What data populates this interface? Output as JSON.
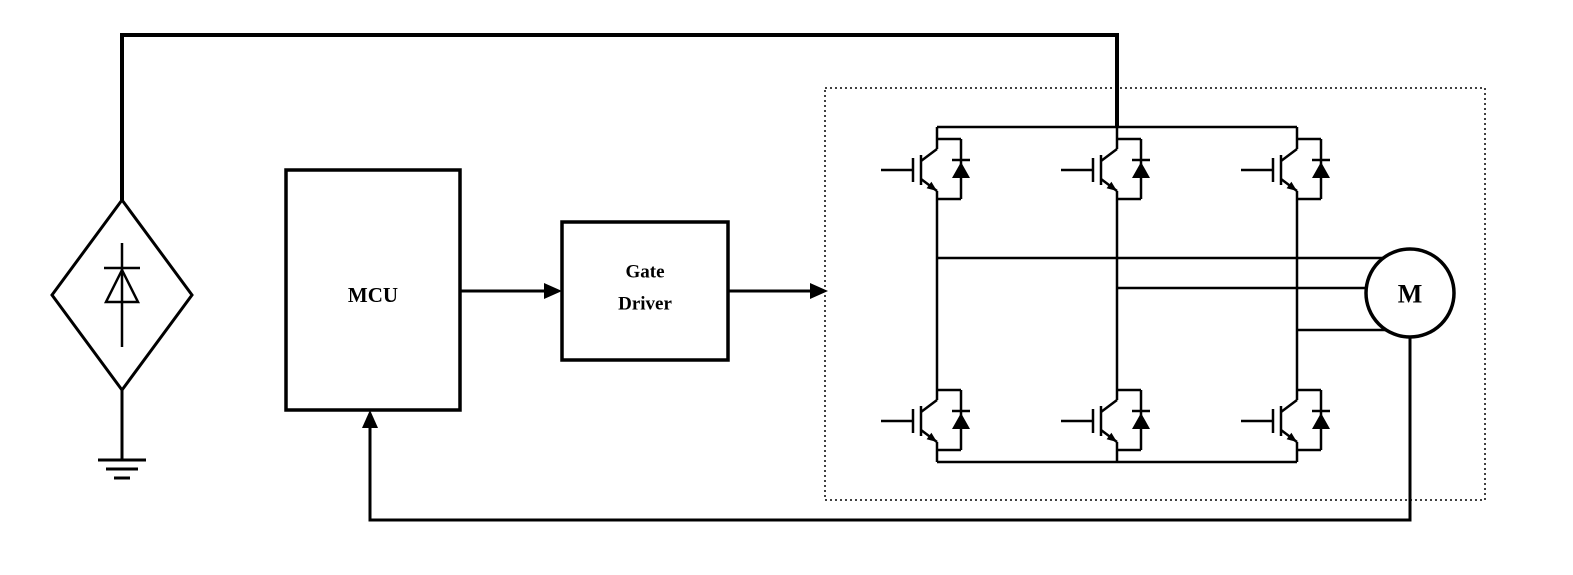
{
  "diagram": {
    "colors": {
      "line": "#000000",
      "background": "#ffffff"
    },
    "blocks": {
      "mcu": {
        "label": "MCU"
      },
      "gate_driver": {
        "line1": "Gate",
        "line2": "Driver"
      },
      "motor": {
        "label": "M"
      }
    },
    "icons": [
      "diode-icon",
      "ground-icon",
      "igbt-icon",
      "motor-icon",
      "arrow-right-icon",
      "arrow-up-icon"
    ]
  }
}
